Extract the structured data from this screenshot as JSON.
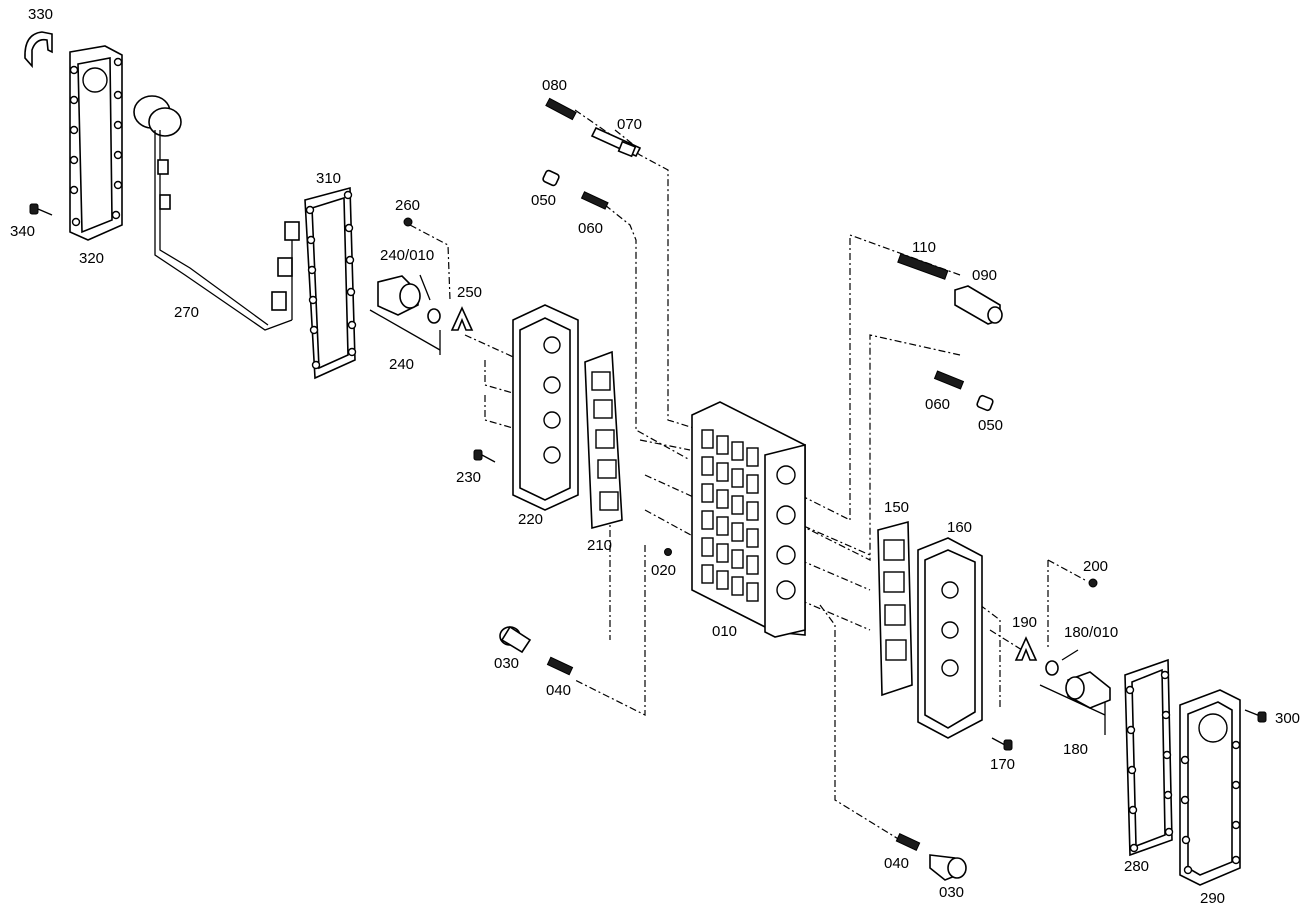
{
  "diagram": {
    "labels": [
      {
        "id": "p330",
        "text": "330"
      },
      {
        "id": "p320",
        "text": "320"
      },
      {
        "id": "p340",
        "text": "340"
      },
      {
        "id": "p270",
        "text": "270"
      },
      {
        "id": "p310",
        "text": "310"
      },
      {
        "id": "p260",
        "text": "260"
      },
      {
        "id": "p240_010",
        "text": "240/010"
      },
      {
        "id": "p250",
        "text": "250"
      },
      {
        "id": "p240",
        "text": "240"
      },
      {
        "id": "p080",
        "text": "080"
      },
      {
        "id": "p070",
        "text": "070"
      },
      {
        "id": "p050a",
        "text": "050"
      },
      {
        "id": "p060a",
        "text": "060"
      },
      {
        "id": "p110",
        "text": "110"
      },
      {
        "id": "p090",
        "text": "090"
      },
      {
        "id": "p060b",
        "text": "060"
      },
      {
        "id": "p050b",
        "text": "050"
      },
      {
        "id": "p230",
        "text": "230"
      },
      {
        "id": "p220",
        "text": "220"
      },
      {
        "id": "p210",
        "text": "210"
      },
      {
        "id": "p020",
        "text": "020"
      },
      {
        "id": "p010",
        "text": "010"
      },
      {
        "id": "p150",
        "text": "150"
      },
      {
        "id": "p160",
        "text": "160"
      },
      {
        "id": "p200",
        "text": "200"
      },
      {
        "id": "p190",
        "text": "190"
      },
      {
        "id": "p180_010",
        "text": "180/010"
      },
      {
        "id": "p180",
        "text": "180"
      },
      {
        "id": "p170",
        "text": "170"
      },
      {
        "id": "p300",
        "text": "300"
      },
      {
        "id": "p030a",
        "text": "030"
      },
      {
        "id": "p040a",
        "text": "040"
      },
      {
        "id": "p040b",
        "text": "040"
      },
      {
        "id": "p030b",
        "text": "030"
      },
      {
        "id": "p280",
        "text": "280"
      },
      {
        "id": "p290",
        "text": "290"
      }
    ]
  }
}
